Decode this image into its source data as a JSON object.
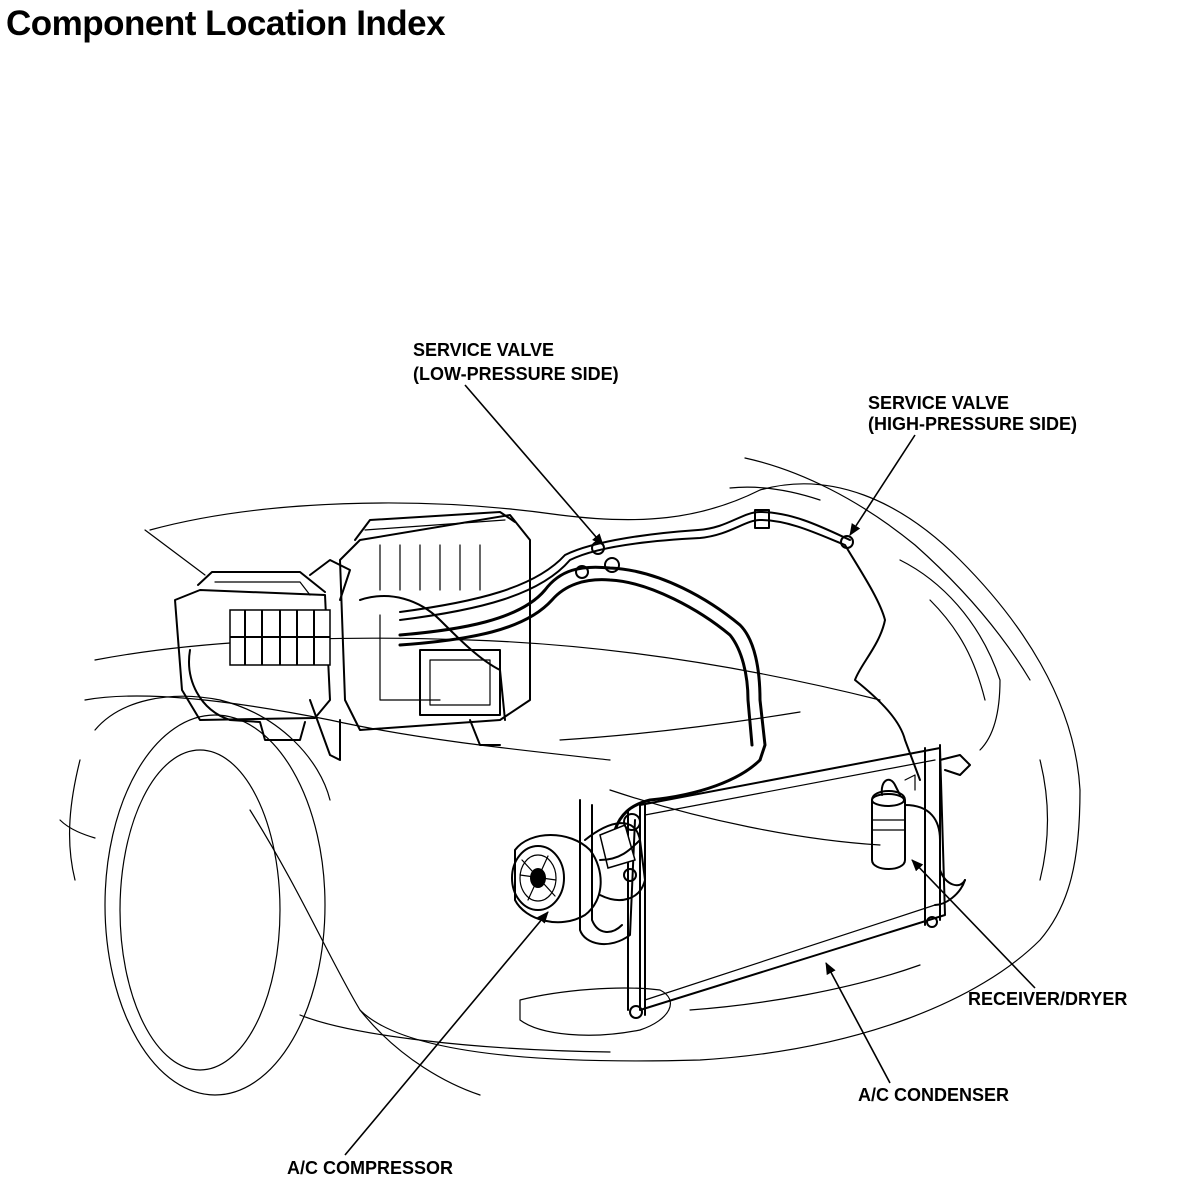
{
  "header": {
    "title": "Component Location Index"
  },
  "callouts": {
    "service_valve_low": {
      "line1": "SERVICE VALVE",
      "line2": "(LOW-PRESSURE SIDE)"
    },
    "service_valve_high": {
      "line1": "SERVICE VALVE",
      "line2": "(HIGH-PRESSURE SIDE)"
    },
    "receiver_dryer": "RECEIVER/DRYER",
    "condenser": "A/C CONDENSER",
    "compressor": "A/C COMPRESSOR"
  }
}
